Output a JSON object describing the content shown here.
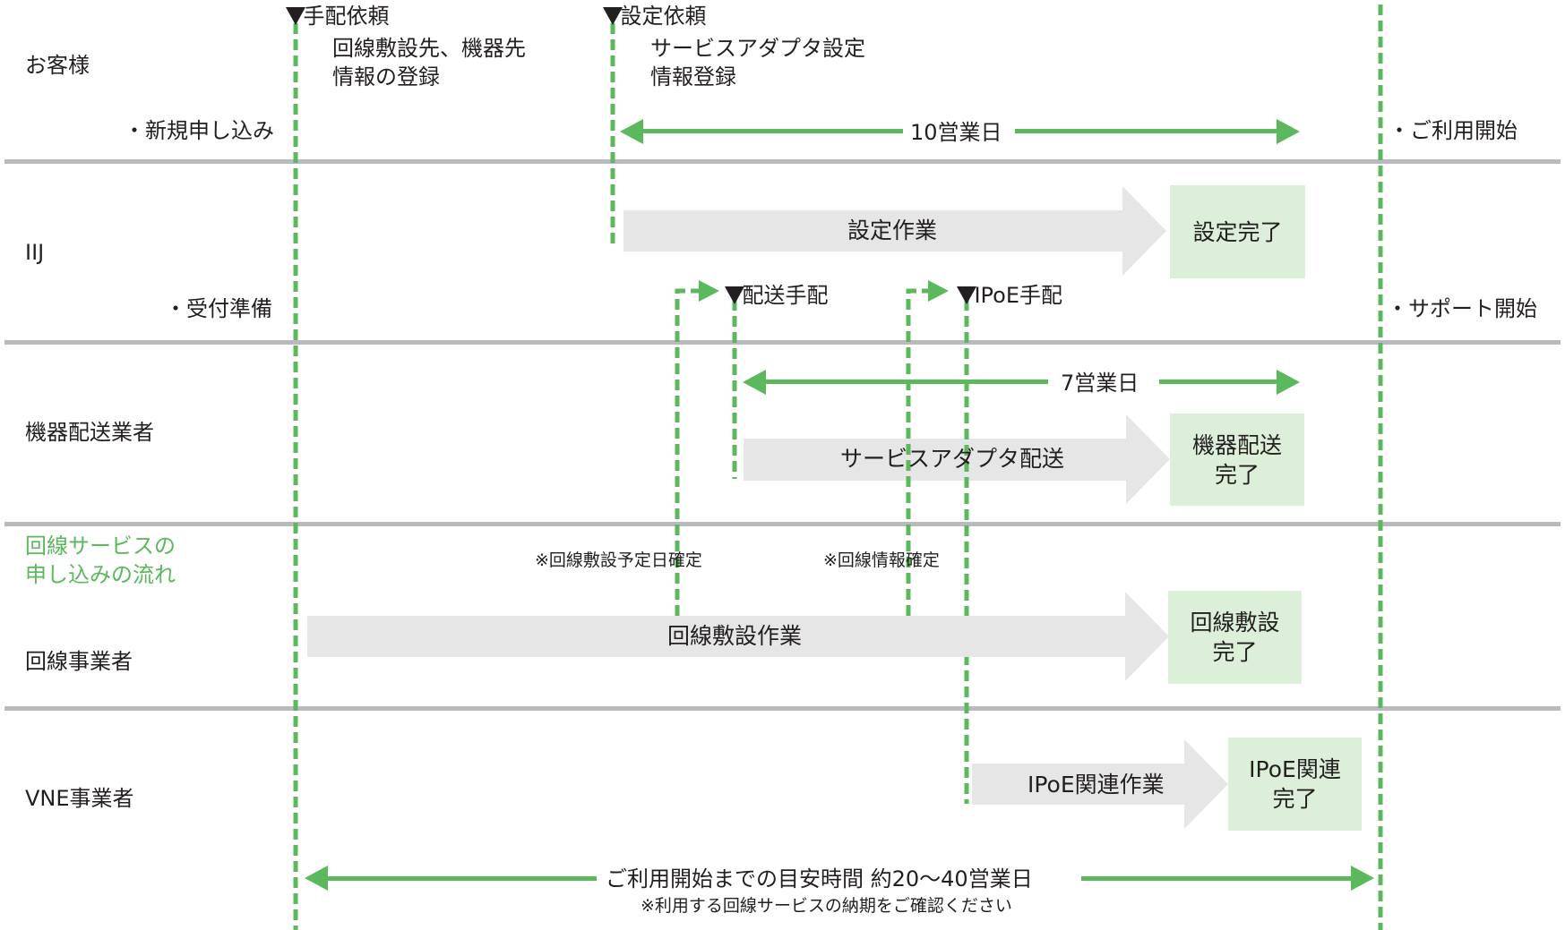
{
  "title": "回線サービスの申し込みの流れ",
  "colors": {
    "accent_green": "#5cb85c",
    "lane_divider": "#b9babd",
    "work_bar": "#e6e6e6",
    "done_box": "#dcefd9",
    "text": "#231f20"
  },
  "lanes": [
    {
      "label": "お客様"
    },
    {
      "label": "IIJ"
    },
    {
      "label": "機器配送業者"
    },
    {
      "label": "回線事業者"
    },
    {
      "label": "VNE事業者"
    }
  ],
  "milestones": {
    "tehai_irai": "▼手配依頼",
    "settei_irai": "▼設定依頼",
    "haiso_tehai": "▼配送手配",
    "ipoe_tehai": "▼IPoE手配"
  },
  "customer_notes": {
    "tehai_note_line1": "回線敷設先、機器先",
    "tehai_note_line2": "情報の登録",
    "settei_note_line1": "サービスアダプタ設定",
    "settei_note_line2": "情報登録"
  },
  "status_bullets": {
    "new_application": "・新規申し込み",
    "service_start": "・ご利用開始",
    "reception_prep": "・受付準備",
    "support_start": "・サポート開始"
  },
  "durations": {
    "setup": "10営業日",
    "delivery": "7営業日",
    "total": "ご利用開始までの目安時間 約20〜40営業日",
    "total_note": "※利用する回線サービスの納期をご確認ください"
  },
  "work_bars": {
    "setup_work": "設定作業",
    "adapter_delivery": "サービスアダプタ配送",
    "line_installation": "回線敷設作業",
    "ipoe_work": "IPoE関連作業"
  },
  "done_boxes": {
    "setup_done": "設定完了",
    "delivery_done_line1": "機器配送",
    "delivery_done_line2": "完了",
    "line_done_line1": "回線敷設",
    "line_done_line2": "完了",
    "ipoe_done_line1": "IPoE関連",
    "ipoe_done_line2": "完了"
  },
  "confirm_notes": {
    "install_date": "※回線敷設予定日確定",
    "line_info": "※回線情報確定"
  }
}
